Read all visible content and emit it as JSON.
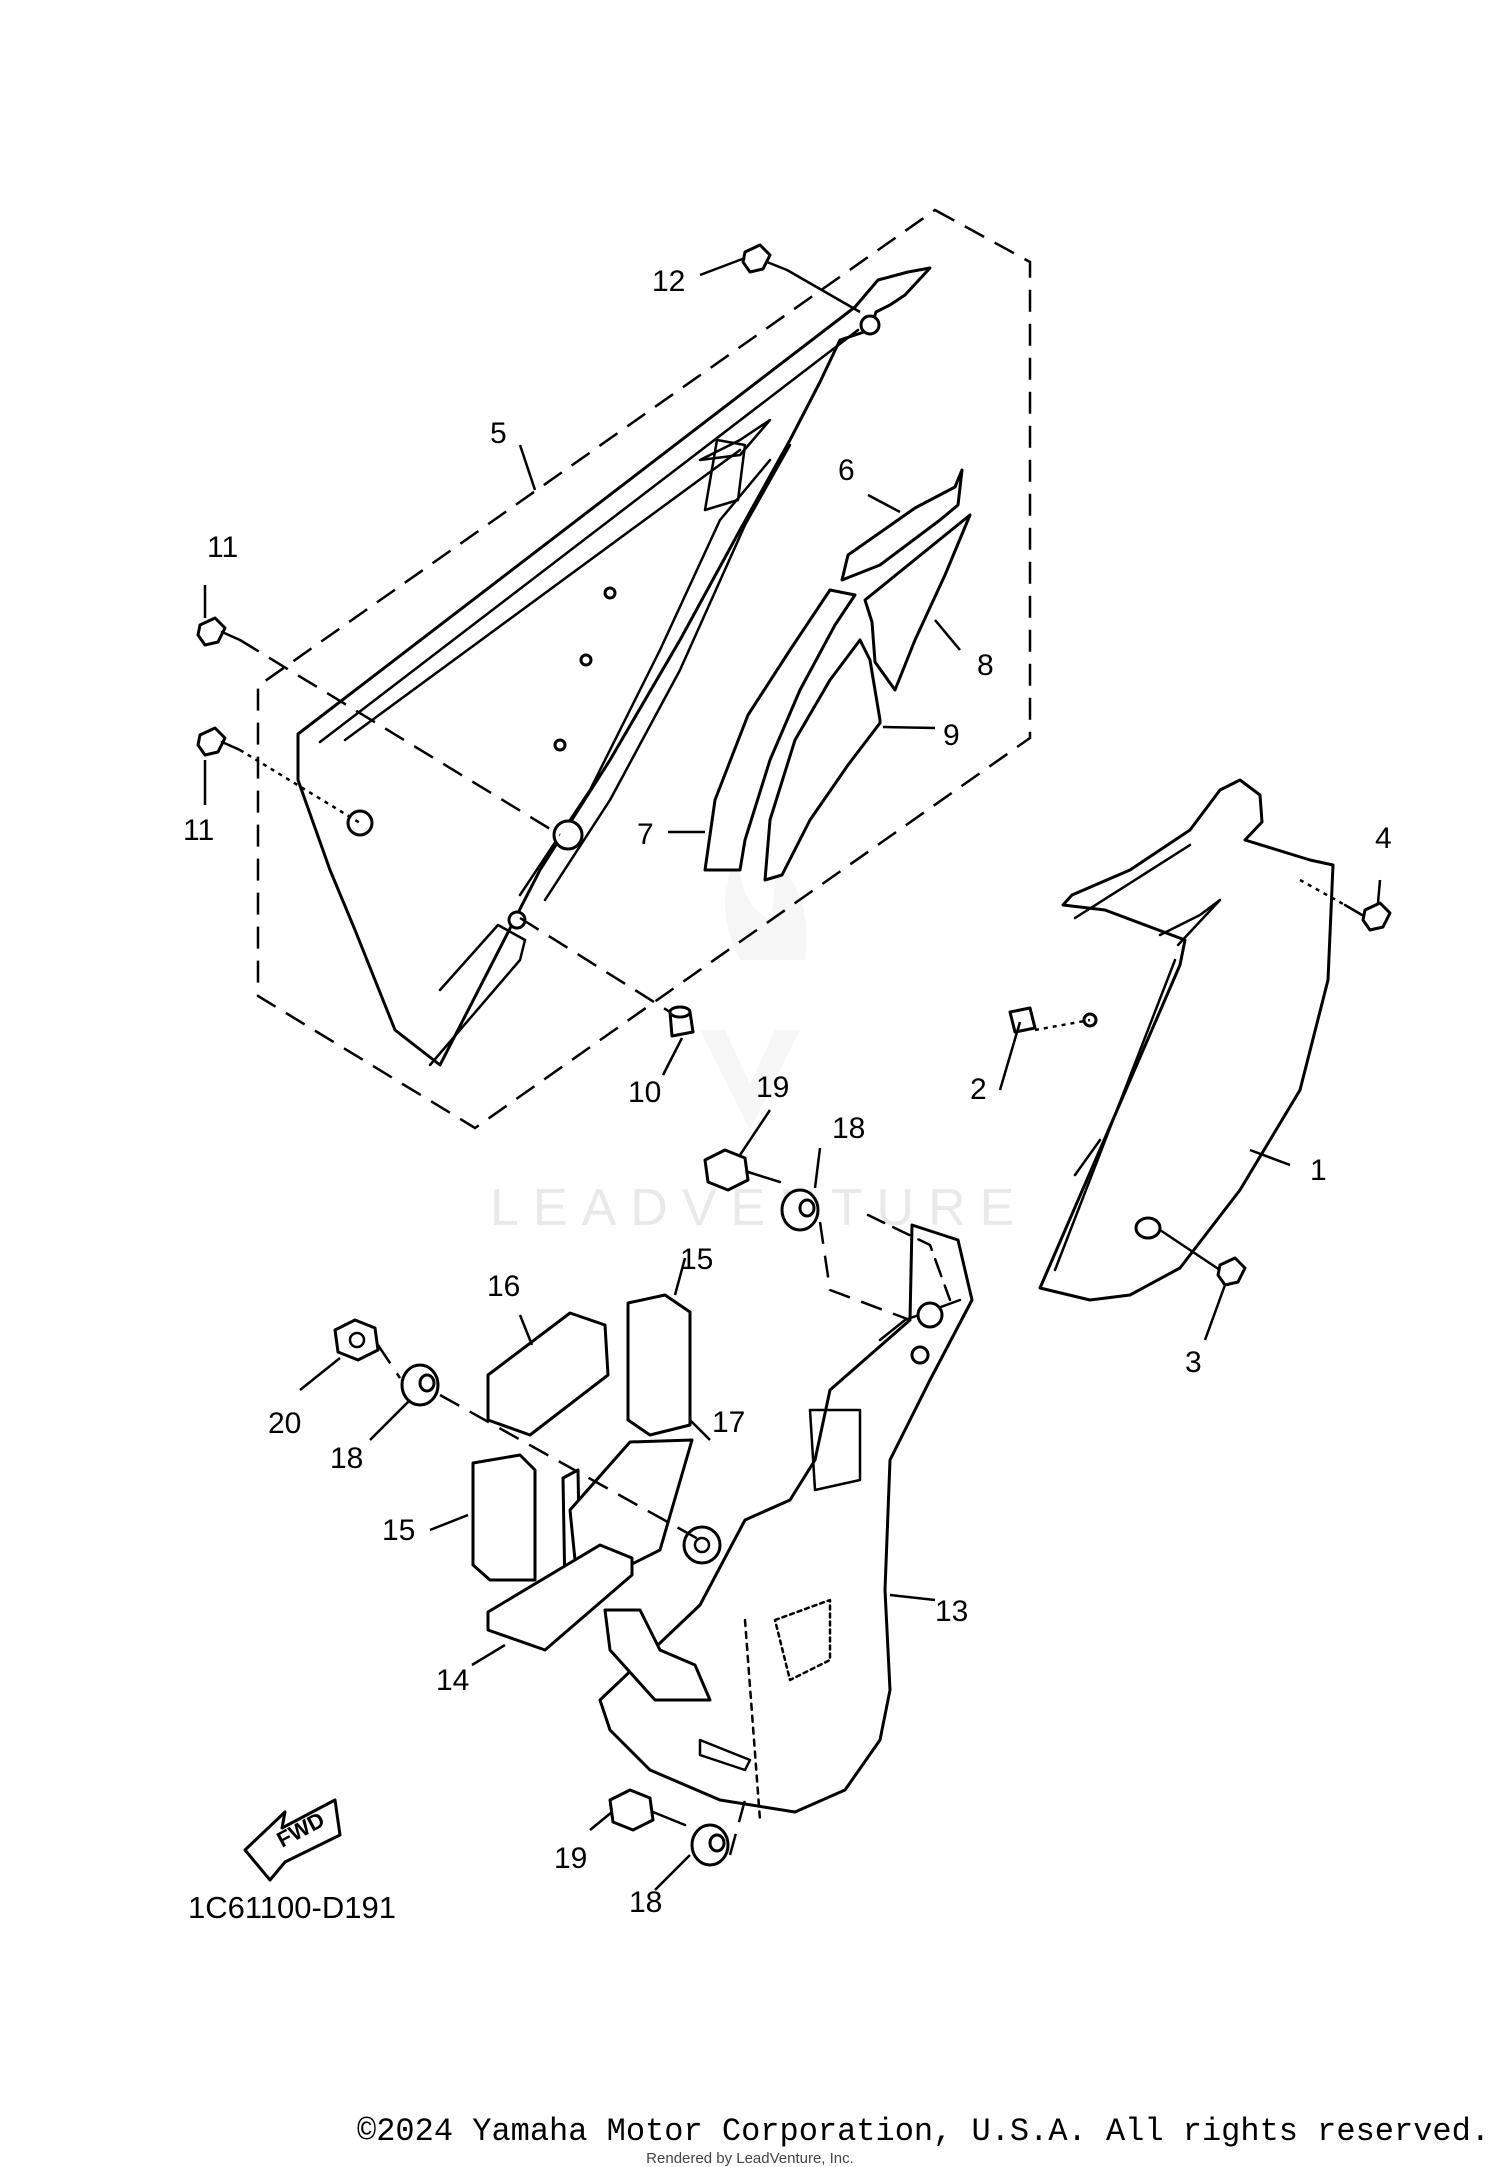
{
  "diagram": {
    "code": "1C61100-D191",
    "fwd_label": "FWD",
    "watermark": "LEADVENTURE",
    "callouts": [
      "1",
      "2",
      "3",
      "4",
      "5",
      "6",
      "7",
      "8",
      "9",
      "10",
      "11",
      "11",
      "12",
      "13",
      "14",
      "15",
      "15",
      "16",
      "17",
      "18",
      "18",
      "18",
      "19",
      "19",
      "20"
    ]
  },
  "footer": {
    "copyright": "©2024 Yamaha Motor Corporation, U.S.A. All rights reserved.",
    "rendered_by": "Rendered by LeadVenture, Inc."
  }
}
